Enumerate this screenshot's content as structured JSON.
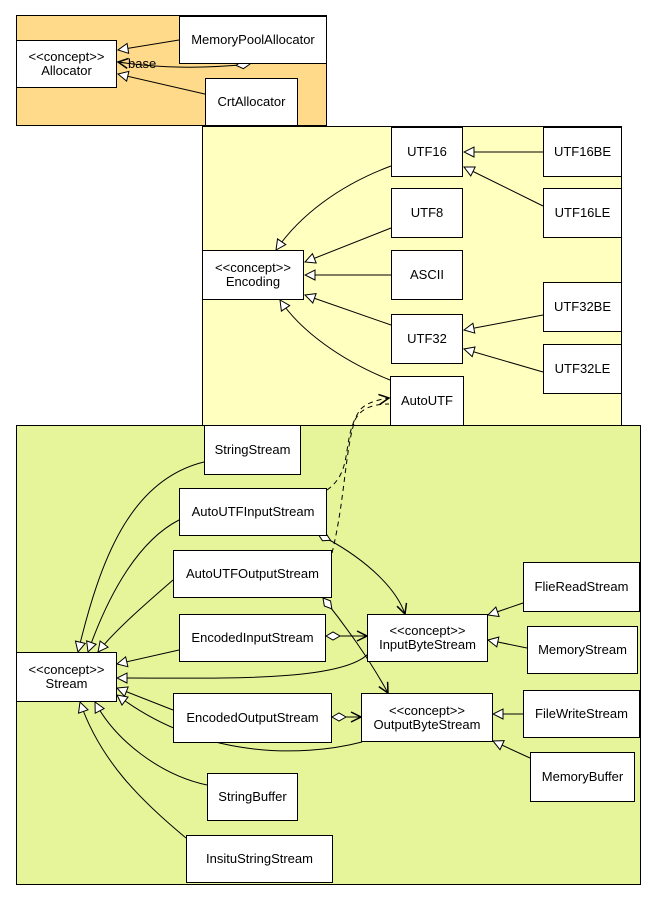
{
  "colors": {
    "allocator_group": "#FFDA8A",
    "encoding_group": "#FFFFC0",
    "stream_group": "#E6F59A",
    "node_fill": "#FFFFFF",
    "stroke": "#000000"
  },
  "nodes": {
    "allocator": "<<concept>>\nAllocator",
    "memory_pool_allocator": "MemoryPoolAllocator",
    "crt_allocator": "CrtAllocator",
    "utf16": "UTF16",
    "utf16be": "UTF16BE",
    "utf16le": "UTF16LE",
    "utf8": "UTF8",
    "encoding": "<<concept>>\nEncoding",
    "ascii": "ASCII",
    "utf32": "UTF32",
    "utf32be": "UTF32BE",
    "utf32le": "UTF32LE",
    "auto_utf": "AutoUTF",
    "string_stream": "StringStream",
    "auto_utf_input_stream": "AutoUTFInputStream",
    "auto_utf_output_stream": "AutoUTFOutputStream",
    "flie_read_stream": "FlieReadStream",
    "encoded_input_stream": "EncodedInputStream",
    "input_byte_stream": "<<concept>>\nInputByteStream",
    "memory_stream": "MemoryStream",
    "stream": "<<concept>>\nStream",
    "encoded_output_stream": "EncodedOutputStream",
    "output_byte_stream": "<<concept>>\nOutputByteStream",
    "file_write_stream": "FileWriteStream",
    "memory_buffer": "MemoryBuffer",
    "string_buffer": "StringBuffer",
    "insitu_string_stream": "InsituStringStream"
  },
  "edge_labels": {
    "base": "base"
  }
}
